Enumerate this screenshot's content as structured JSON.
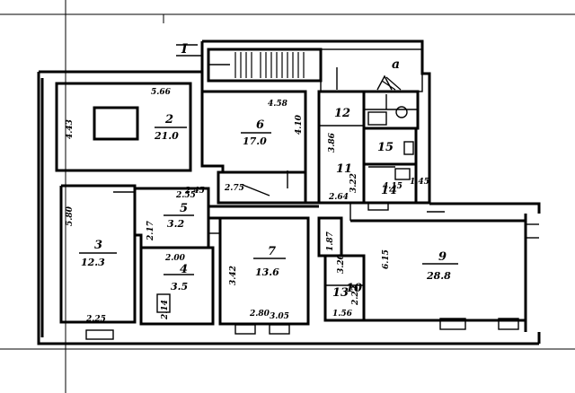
{
  "plan": {
    "section_mark": "I",
    "stair_mark": "a",
    "rooms": [
      {
        "id": "2",
        "number": "2",
        "area": "21.0"
      },
      {
        "id": "6",
        "number": "6",
        "area": "17.0"
      },
      {
        "id": "3",
        "number": "3",
        "area": "12.3"
      },
      {
        "id": "5",
        "number": "5",
        "area": "3.2"
      },
      {
        "id": "4",
        "number": "4",
        "area": "3.5"
      },
      {
        "id": "7",
        "number": "7",
        "area": "13.6"
      },
      {
        "id": "9",
        "number": "9",
        "area": "28.8"
      },
      {
        "id": "11",
        "number": "11",
        "area": ""
      },
      {
        "id": "15",
        "number": "15",
        "area": ""
      },
      {
        "id": "14",
        "number": "14",
        "area": ""
      },
      {
        "id": "12",
        "number": "12",
        "area": ""
      },
      {
        "id": "13",
        "number": "13",
        "area": ""
      },
      {
        "id": "10",
        "number": "10",
        "area": ""
      }
    ],
    "dimensions": {
      "d_666": "5.66",
      "d_443": "4.43",
      "d_458": "4.58",
      "d_410": "4.10",
      "d_275": "2.75",
      "d_255": "2.55",
      "d_305": "3.05",
      "d_245": "2.45",
      "d_200": "2.00",
      "d_214": "2.14",
      "d_225": "2.25",
      "d_580": "5.80",
      "d_342": "3.42",
      "d_280": "2.80",
      "d_386": "3.86",
      "d_264": "2.64",
      "d_187": "1.87",
      "d_320": "3.20",
      "d_415": "4.15",
      "d_145": "1.45",
      "d_615": "6.15",
      "d_322": "3.22",
      "d_222": "2.22",
      "d_156": "1.56",
      "d_217": "2.17"
    }
  }
}
